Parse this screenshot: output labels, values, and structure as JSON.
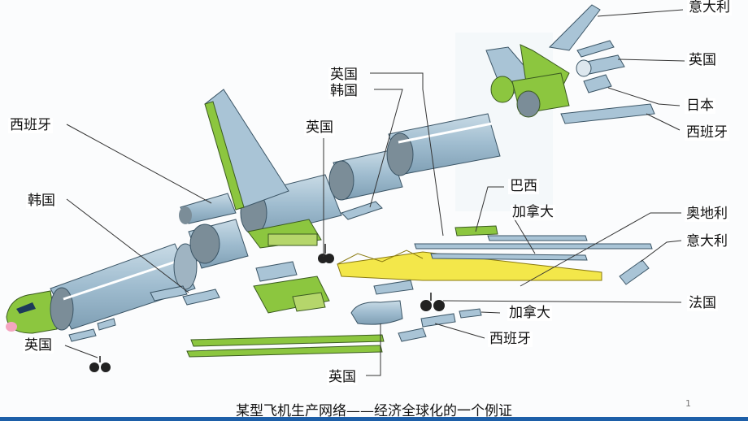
{
  "caption": "某型飞机生产网络——经济全球化的一个例证",
  "page_number": "1",
  "labels": {
    "italy_top": "意大利",
    "uk_right": "英国",
    "japan": "日本",
    "spain_right": "西班牙",
    "uk_korea_uk": "英国",
    "uk_korea_korea": "韩国",
    "uk_center": "英国",
    "spain_left": "西班牙",
    "brazil": "巴西",
    "canada_mid": "加拿大",
    "austria": "奥地利",
    "italy_mid": "意大利",
    "korea_left": "韩国",
    "france": "法国",
    "canada_low": "加拿大",
    "spain_low": "西班牙",
    "uk_left_low": "英国",
    "uk_bottom": "英国"
  },
  "colors": {
    "fuselage_blue": "#a9c4d6",
    "stripe": "#ffffff",
    "green_part": "#8cc63f",
    "yellow_wing": "#f3e74a",
    "leader_line": "#333333",
    "accent_bar": "#1d5fa8"
  }
}
